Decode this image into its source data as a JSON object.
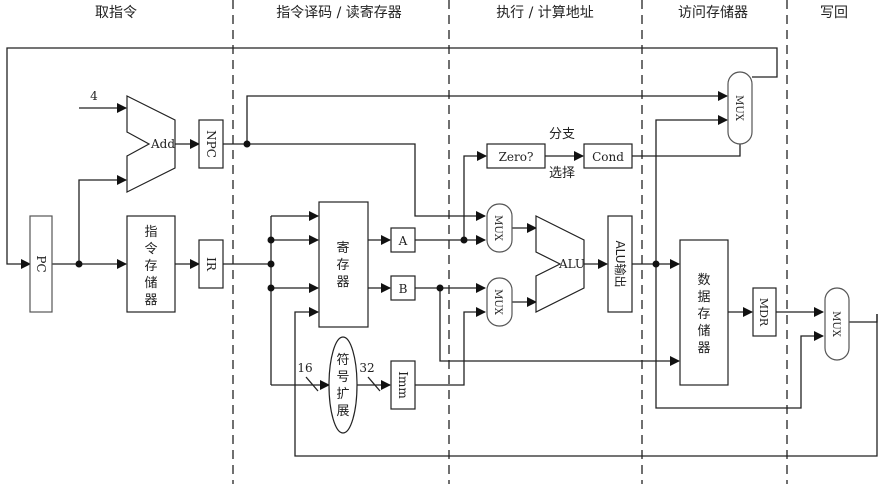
{
  "stages": [
    "取指令",
    "指令译码 / 读寄存器",
    "执行 / 计算地址",
    "访问存储器",
    "写回"
  ],
  "components": {
    "pc": "PC",
    "adder": "Add",
    "adder_const": "4",
    "npc": "NPC",
    "instr_mem": [
      "指",
      "令",
      "存",
      "储",
      "器"
    ],
    "ir": "IR",
    "regfile": [
      "寄",
      "存",
      "器"
    ],
    "reg_a": "A",
    "reg_b": "B",
    "sign_ext": [
      "符",
      "号",
      "扩",
      "展"
    ],
    "imm": "Imm",
    "width_in": "16",
    "width_out": "32",
    "zero": "Zero?",
    "cond": "Cond",
    "branch_label_top": "分支",
    "branch_label_bottom": "选择",
    "mux": "MUX",
    "alu": "ALU",
    "alu_out": "ALU输出",
    "data_mem": [
      "数",
      "据",
      "存",
      "储",
      "器"
    ],
    "mdr": "MDR"
  }
}
